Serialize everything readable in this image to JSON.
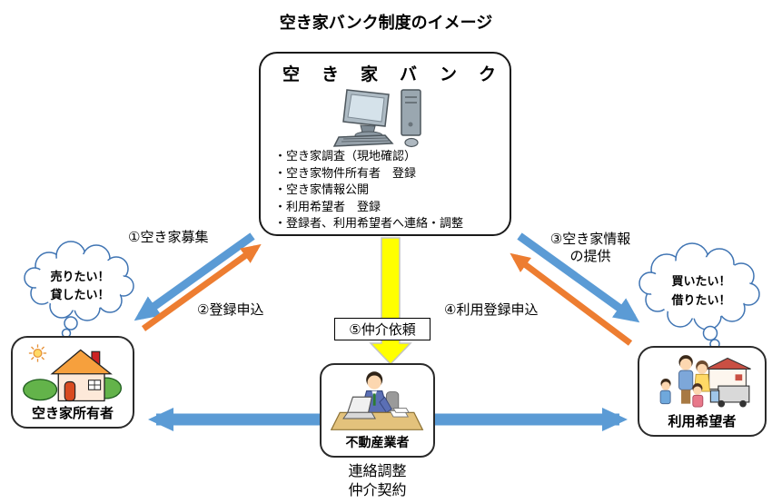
{
  "page_title": "空き家バンク制度のイメージ",
  "bank": {
    "title": "空き家バンク",
    "illustration": "desktop-computer",
    "bullets": [
      "・空き家調査（現地確認）",
      "・空き家物件所有者　登録",
      "・空き家情報公開",
      "・利用希望者　登録",
      "・登録者、利用希望者へ連絡・調整"
    ]
  },
  "owner": {
    "label": "空き家所有者",
    "illustration": "house-with-garden",
    "thought": {
      "line1": "売りたい！",
      "line2": "貸したい！"
    }
  },
  "seeker": {
    "label": "利用希望者",
    "illustration": "family-with-moving-truck",
    "thought": {
      "line1": "買いたい！",
      "line2": "借りたい！"
    }
  },
  "agent": {
    "label": "不動産業者",
    "illustration": "businessman-at-laptop",
    "caption": {
      "line1": "連絡調整",
      "line2": "仲介契約"
    }
  },
  "arrows": {
    "recruit": {
      "label": "①空き家募集",
      "color": "#5b9bd5"
    },
    "register": {
      "label": "②登録申込",
      "color": "#ed7d31"
    },
    "provide": {
      "label_line1": "③空き家情報",
      "label_line2": "の提供",
      "color": "#5b9bd5"
    },
    "apply": {
      "label": "④利用登録申込",
      "color": "#ed7d31"
    },
    "broker": {
      "label": "⑤仲介依頼",
      "color": "#ffff00"
    },
    "owner_seeker_link": {
      "color": "#5b9bd5"
    }
  },
  "colors": {
    "arrow_blue": "#5b9bd5",
    "arrow_orange": "#ed7d31",
    "arrow_yellow": "#ffff00",
    "cloud_outline": "#3f74b3",
    "box_border": "#1a1a1a"
  }
}
